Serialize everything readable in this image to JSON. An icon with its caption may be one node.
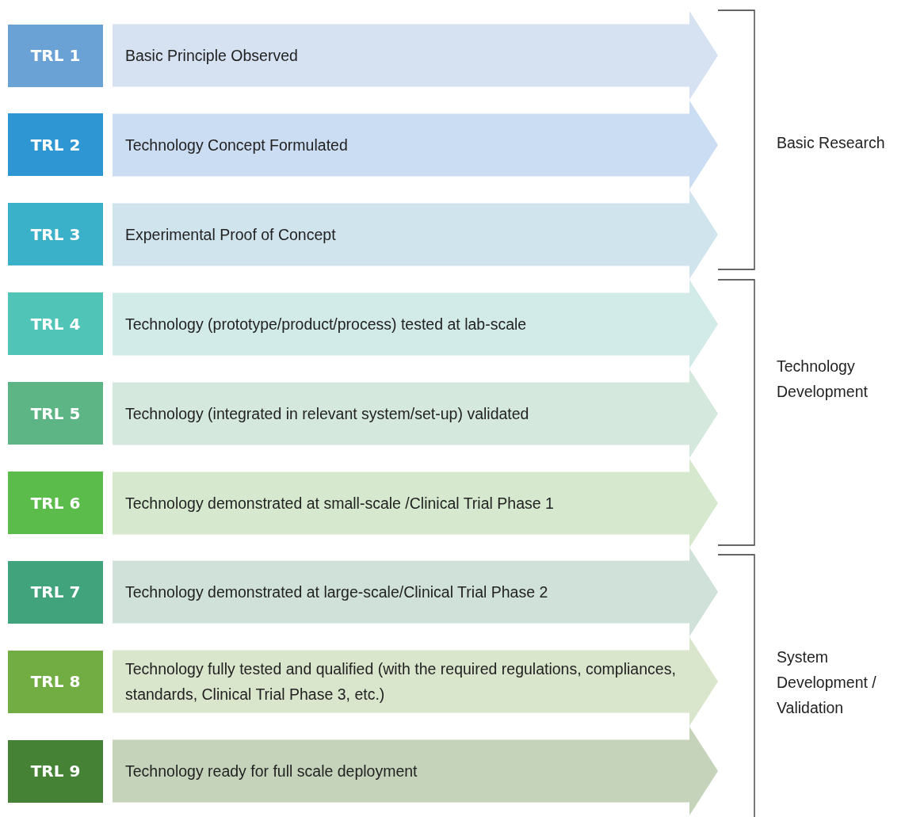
{
  "diagram": {
    "nodes": [
      {
        "text": [
          "TRL 1"
        ]
      },
      {
        "text": [
          "Basic Principle Observed"
        ]
      },
      {
        "text": [
          "TRL 2"
        ]
      },
      {
        "text": [
          "Technology Concept Formulated"
        ]
      },
      {
        "text": [
          "TRL 3"
        ]
      },
      {
        "text": [
          "Experimental Proof of Concept"
        ]
      },
      {
        "text": [
          "TRL 4"
        ]
      },
      {
        "text": [
          "Technology (prototype/product/process) tested at lab-scale"
        ]
      },
      {
        "text": [
          "TRL 5"
        ]
      },
      {
        "text": [
          "Technology (integrated in relevant system/set-up) validated"
        ]
      },
      {
        "text": [
          "TRL 6"
        ]
      },
      {
        "text": [
          "Technology demonstrated at small-scale /Clinical Trial Phase 1"
        ]
      },
      {
        "text": [
          "TRL 7"
        ]
      },
      {
        "text": [
          "Technology demonstrated at large-scale/Clinical Trial Phase 2"
        ]
      },
      {
        "text": [
          "TRL 8"
        ]
      },
      {
        "text": [
          "Technology fully tested and qualified (with the required regulations, compliances, standards, Clinical Trial Phase 3, etc.)"
        ]
      },
      {
        "text": [
          "TRL 9"
        ]
      },
      {
        "text": [
          "Technology ready for full scale deployment"
        ]
      }
    ],
    "labels": [
      "Basic Research",
      "Technology Development",
      "System Development / Validation"
    ]
  }
}
